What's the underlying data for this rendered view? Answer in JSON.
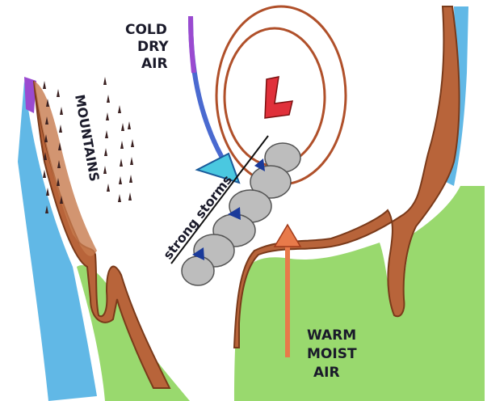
{
  "labels": {
    "cold_air": [
      "COLD",
      "DRY",
      "AIR"
    ],
    "mountains": "MOUNTAINS",
    "low": "L",
    "storms": "strong storms",
    "warm_air": [
      "WARM",
      "MOIST",
      "AIR"
    ]
  },
  "colors": {
    "water": "#3aa6e0",
    "land": "#b8643a",
    "grass": "#7fd04a",
    "cold_arrow": "#4ac8e0",
    "warm_arrow": "#e87a4a",
    "low": "#e0303a",
    "isobar": "#b0502a",
    "front": "#1a3a9a",
    "cloud": "#bdbdbd"
  }
}
